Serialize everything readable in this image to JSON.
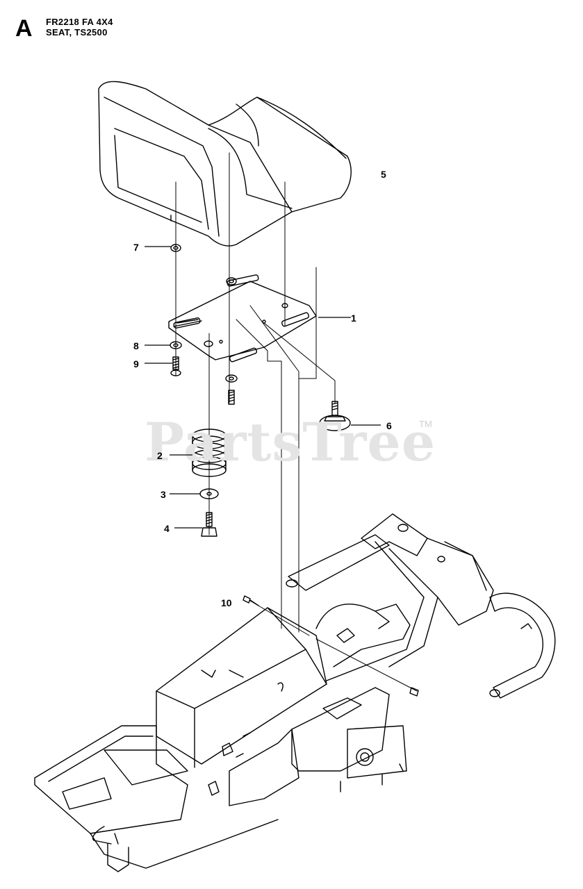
{
  "header": {
    "section_letter": "A",
    "model": "FR2218 FA 4X4",
    "description": "SEAT, TS2500"
  },
  "watermark": {
    "text": "PartsTree",
    "trademark": "TM"
  },
  "callouts": [
    "1",
    "2",
    "3",
    "4",
    "5",
    "6",
    "7",
    "8",
    "9",
    "10"
  ]
}
